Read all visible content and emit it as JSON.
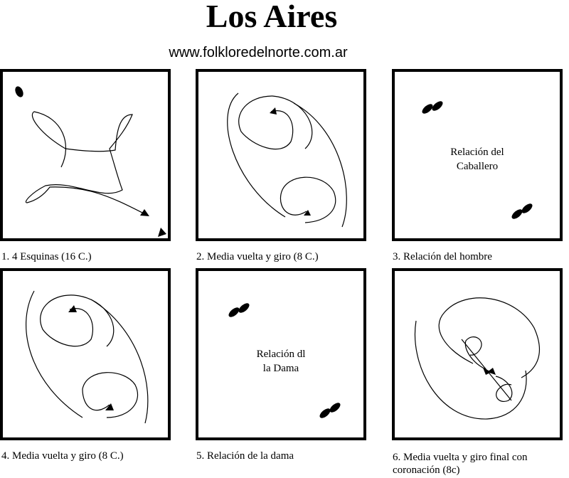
{
  "header": {
    "title": "Los Aires",
    "url": "www.folkloredelnorte.com.ar"
  },
  "panels": [
    {
      "caption": "1. 4 Esquinas (16 C.)"
    },
    {
      "caption": "2. Media vuelta y giro (8 C.)"
    },
    {
      "caption": "3. Relación del hombre",
      "inner_line1": "Relación del",
      "inner_line2": "Caballero"
    },
    {
      "caption": "4. Media vuelta y giro (8 C.)"
    },
    {
      "caption": "5. Relación de la dama",
      "inner_line1": "Relación dl",
      "inner_line2": "la Dama"
    },
    {
      "caption": "6. Media vuelta y giro final con coronación (8c)"
    }
  ]
}
